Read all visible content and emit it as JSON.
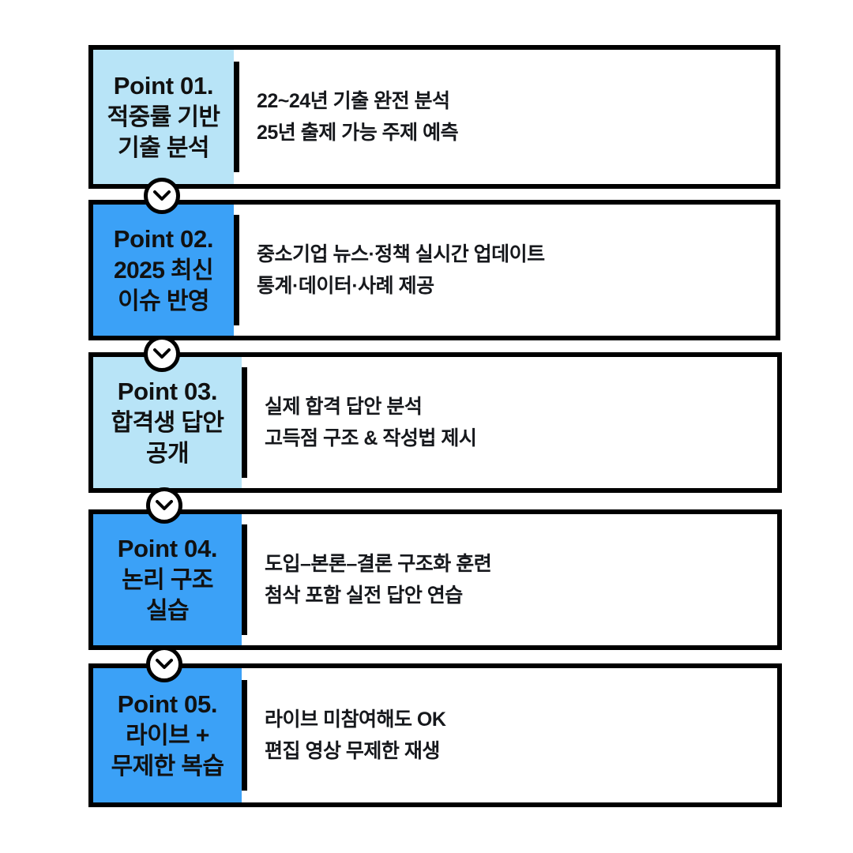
{
  "theme": {
    "background": "#ffffff",
    "outline": "#000000",
    "tone_light": "#b8e4f7",
    "tone_bright": "#3ba1f7",
    "text_dark": "#111111",
    "body_text": "#16181c"
  },
  "connector": {
    "icon": "chevron-down-icon",
    "count": 4
  },
  "points": [
    {
      "tone": "light",
      "number_label": "Point 01.",
      "title_lines": [
        "적중률 기반",
        "기출 분석"
      ],
      "body_lines": [
        "22~24년 기출 완전 분석",
        "25년 출제 가능 주제 예측"
      ]
    },
    {
      "tone": "bright",
      "number_label": "Point 02.",
      "title_lines": [
        "2025 최신",
        "이슈 반영"
      ],
      "body_lines": [
        "중소기업 뉴스·정책 실시간 업데이트",
        "통계·데이터·사례 제공"
      ]
    },
    {
      "tone": "light",
      "number_label": "Point 03.",
      "title_lines": [
        "합격생 답안",
        "공개"
      ],
      "body_lines": [
        "실제 합격 답안 분석",
        "고득점 구조 & 작성법 제시"
      ]
    },
    {
      "tone": "bright",
      "number_label": "Point 04.",
      "title_lines": [
        "논리 구조",
        "실습"
      ],
      "body_lines": [
        "도입–본론–결론 구조화 훈련",
        "첨삭 포함 실전 답안 연습"
      ]
    },
    {
      "tone": "bright",
      "number_label": "Point 05.",
      "title_lines": [
        "라이브 +",
        "무제한 복습"
      ],
      "body_lines": [
        "라이브 미참여해도 OK",
        "편집 영상 무제한 재생"
      ]
    }
  ]
}
